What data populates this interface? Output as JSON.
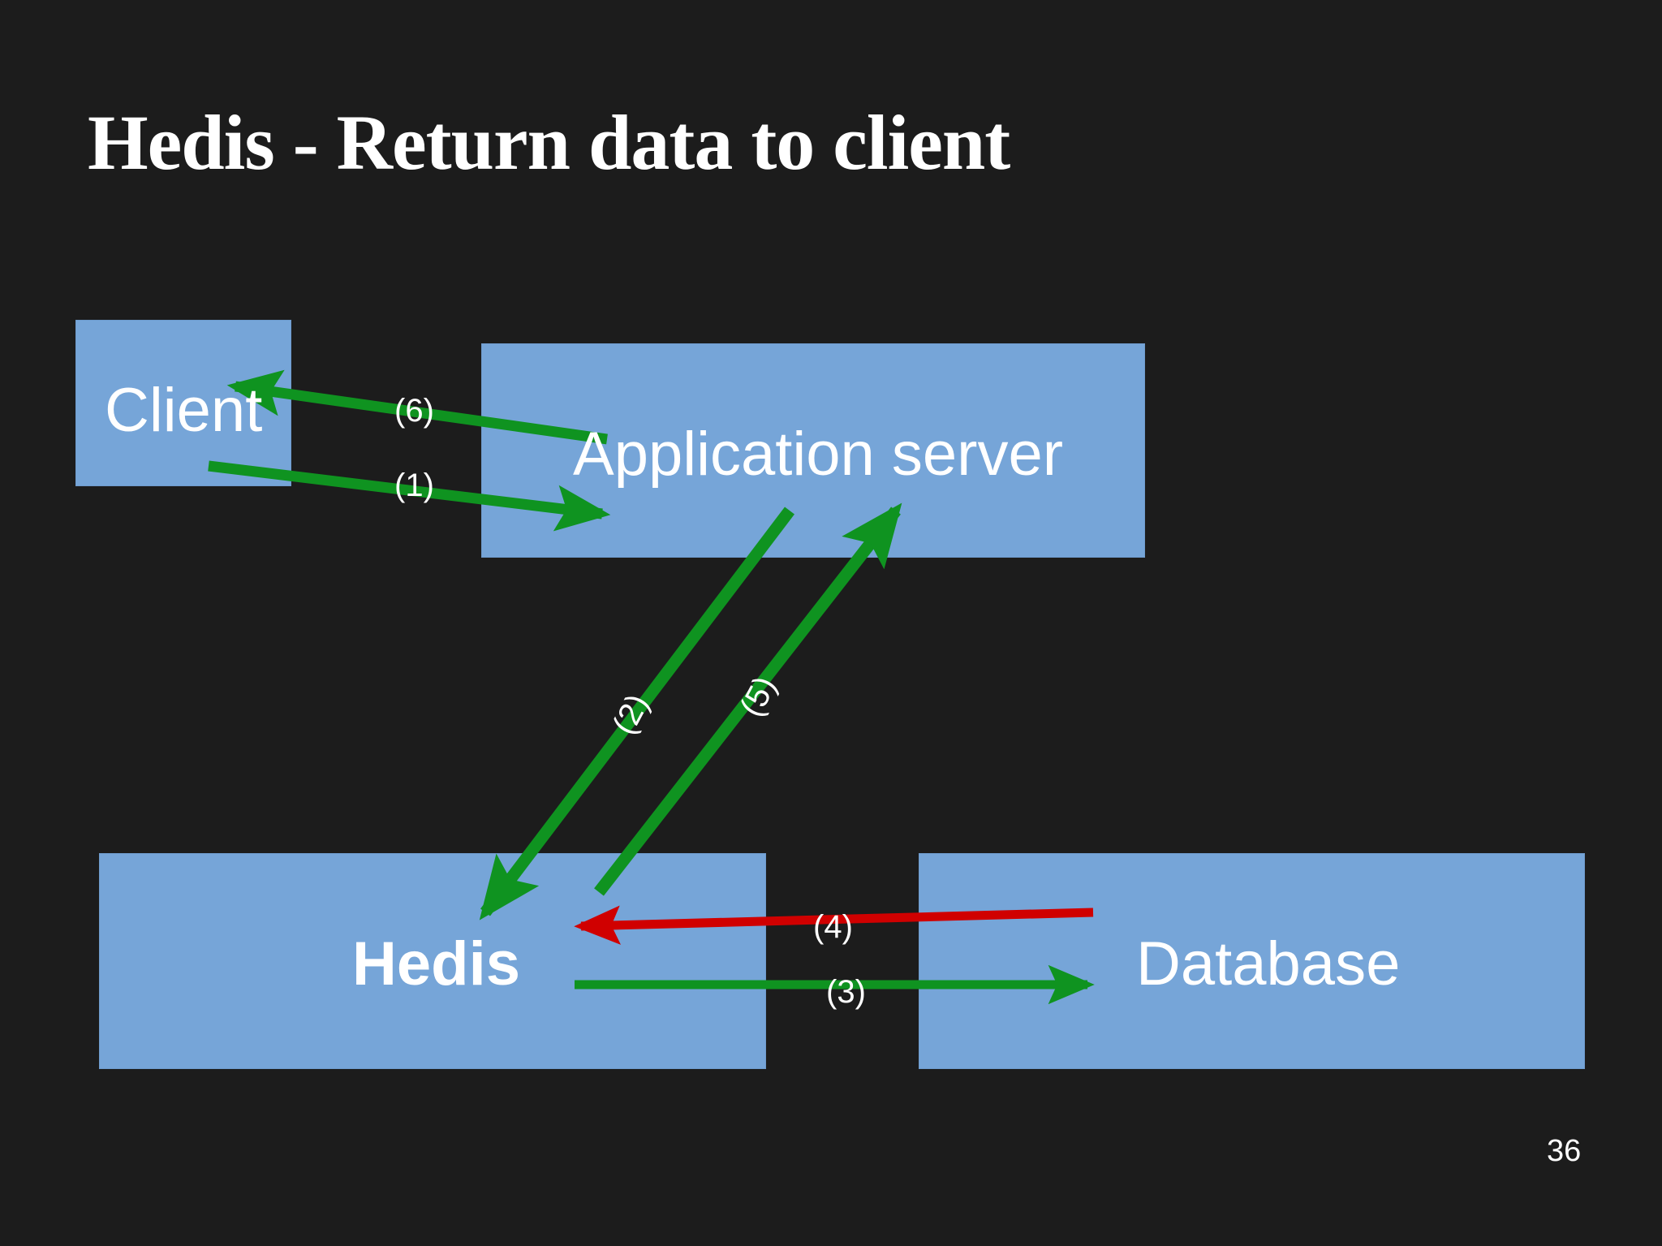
{
  "slide": {
    "title": "Hedis - Return data to client",
    "page_number": "36",
    "background_color": "#1c1c1c",
    "box_color": "#76a5d8",
    "text_color": "#ffffff",
    "arrow_green": "#0f9320",
    "arrow_red": "#d00000"
  },
  "nodes": [
    {
      "id": "client",
      "label": "Client"
    },
    {
      "id": "appserver",
      "label": "Application server"
    },
    {
      "id": "hedis",
      "label": "Hedis"
    },
    {
      "id": "database",
      "label": "Database"
    }
  ],
  "steps": [
    {
      "id": "1",
      "label": "(1)",
      "from": "client",
      "to": "appserver",
      "color": "#0f9320"
    },
    {
      "id": "2",
      "label": "(2)",
      "from": "appserver",
      "to": "hedis",
      "color": "#0f9320"
    },
    {
      "id": "3",
      "label": "(3)",
      "from": "hedis",
      "to": "database",
      "color": "#0f9320"
    },
    {
      "id": "4",
      "label": "(4)",
      "from": "database",
      "to": "hedis",
      "color": "#d00000"
    },
    {
      "id": "5",
      "label": "(5)",
      "from": "hedis",
      "to": "appserver",
      "color": "#0f9320"
    },
    {
      "id": "6",
      "label": "(6)",
      "from": "appserver",
      "to": "client",
      "color": "#0f9320"
    }
  ]
}
